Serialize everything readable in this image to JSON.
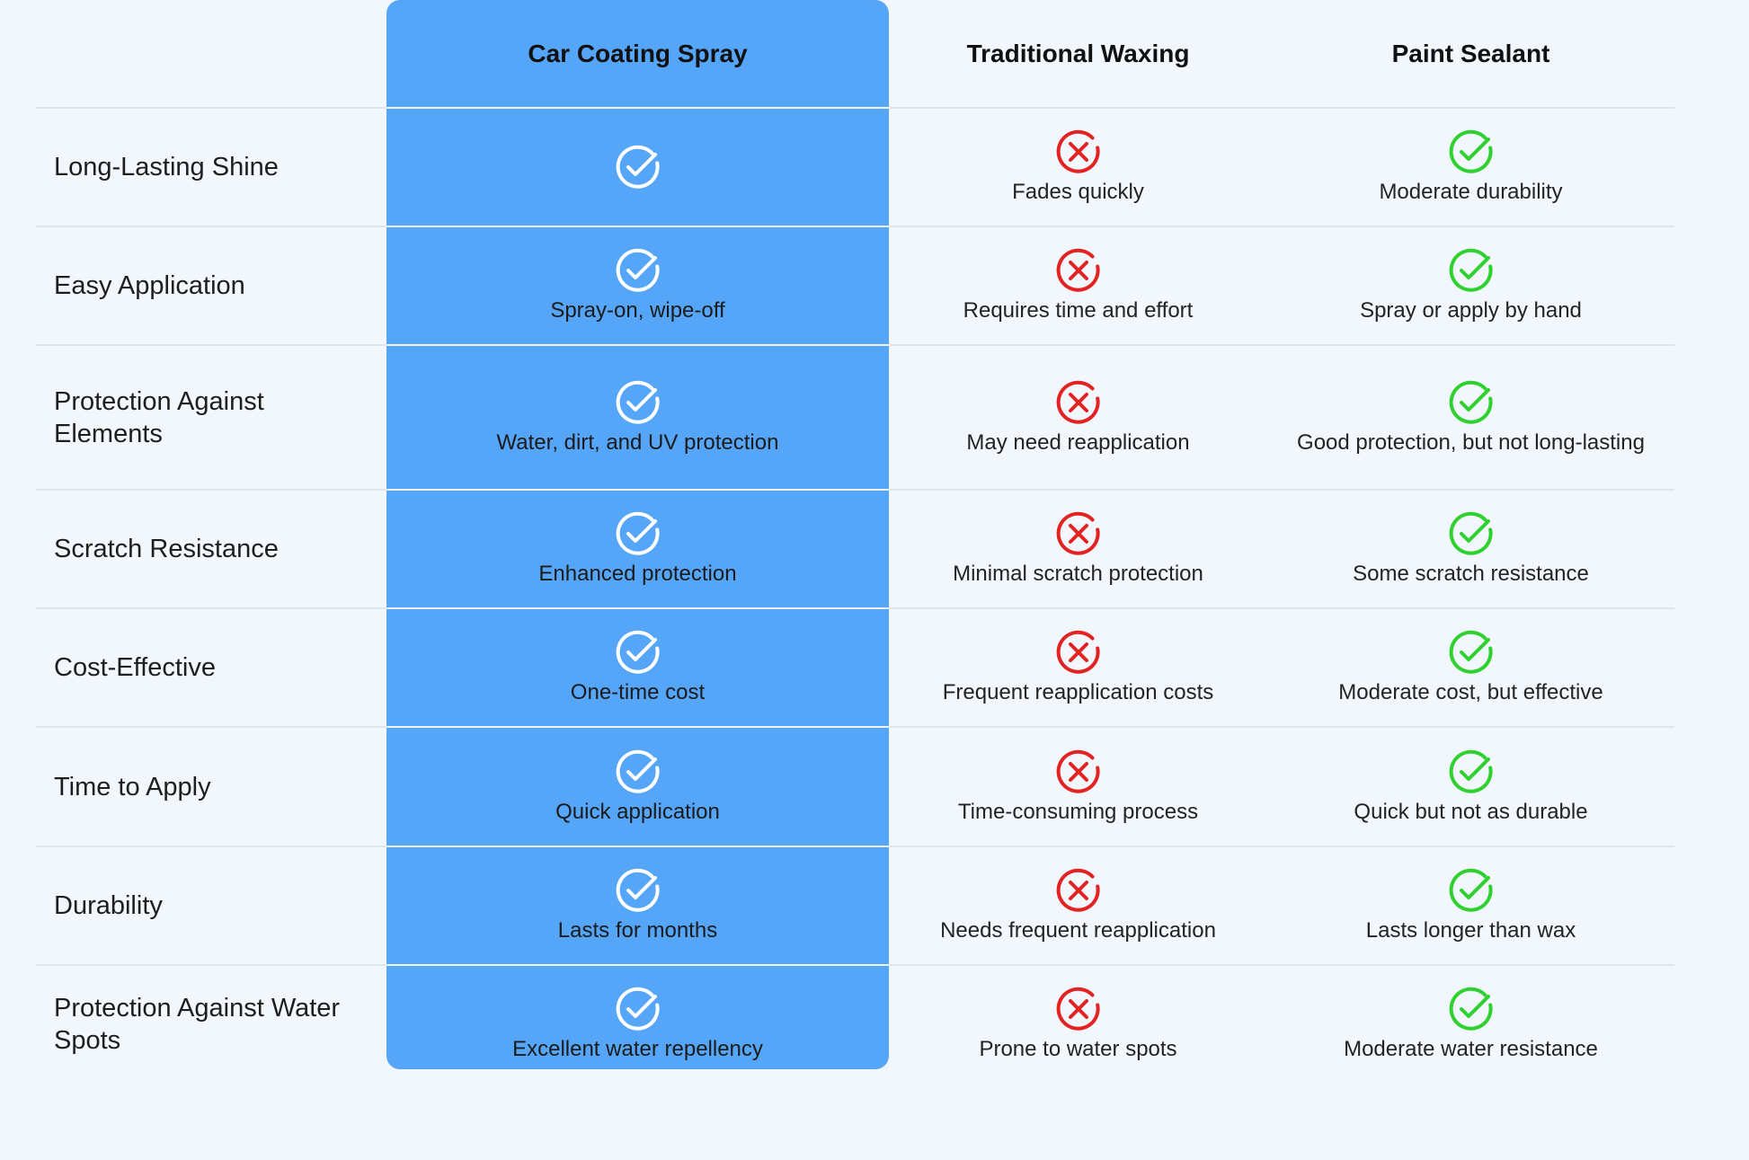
{
  "columns": {
    "feature": "",
    "car_coating_spray": "Car Coating Spray",
    "traditional_waxing": "Traditional Waxing",
    "paint_sealant": "Paint Sealant"
  },
  "colors": {
    "highlight_column": "#55a5f8",
    "check_white": "#ffffff",
    "check_green": "#2fd12f",
    "cross_red": "#e32222"
  },
  "rows": [
    {
      "feature": "Long-Lasting Shine",
      "spray": {
        "icon": "check-icon",
        "note": ""
      },
      "wax": {
        "icon": "cross-icon",
        "note": "Fades quickly"
      },
      "sealant": {
        "icon": "check-icon",
        "note": "Moderate durability"
      }
    },
    {
      "feature": "Easy Application",
      "spray": {
        "icon": "check-icon",
        "note": "Spray-on, wipe-off"
      },
      "wax": {
        "icon": "cross-icon",
        "note": "Requires time and effort"
      },
      "sealant": {
        "icon": "check-icon",
        "note": "Spray or apply by hand"
      }
    },
    {
      "feature": "Protection Against Elements",
      "spray": {
        "icon": "check-icon",
        "note": "Water, dirt, and UV protection"
      },
      "wax": {
        "icon": "cross-icon",
        "note": "May need reapplication"
      },
      "sealant": {
        "icon": "check-icon",
        "note": "Good protection, but not long-lasting"
      }
    },
    {
      "feature": "Scratch Resistance",
      "spray": {
        "icon": "check-icon",
        "note": "Enhanced protection"
      },
      "wax": {
        "icon": "cross-icon",
        "note": "Minimal scratch protection"
      },
      "sealant": {
        "icon": "check-icon",
        "note": "Some scratch resistance"
      }
    },
    {
      "feature": "Cost-Effective",
      "spray": {
        "icon": "check-icon",
        "note": "One-time cost"
      },
      "wax": {
        "icon": "cross-icon",
        "note": "Frequent reapplication costs"
      },
      "sealant": {
        "icon": "check-icon",
        "note": "Moderate cost, but effective"
      }
    },
    {
      "feature": "Time to Apply",
      "spray": {
        "icon": "check-icon",
        "note": "Quick application"
      },
      "wax": {
        "icon": "cross-icon",
        "note": "Time-consuming process"
      },
      "sealant": {
        "icon": "check-icon",
        "note": "Quick but not as durable"
      }
    },
    {
      "feature": "Durability",
      "spray": {
        "icon": "check-icon",
        "note": "Lasts for months"
      },
      "wax": {
        "icon": "cross-icon",
        "note": "Needs frequent reapplication"
      },
      "sealant": {
        "icon": "check-icon",
        "note": "Lasts longer than wax"
      }
    },
    {
      "feature": "Protection Against Water Spots",
      "spray": {
        "icon": "check-icon",
        "note": "Excellent water repellency"
      },
      "wax": {
        "icon": "cross-icon",
        "note": "Prone to water spots"
      },
      "sealant": {
        "icon": "check-icon",
        "note": "Moderate water resistance"
      }
    }
  ]
}
